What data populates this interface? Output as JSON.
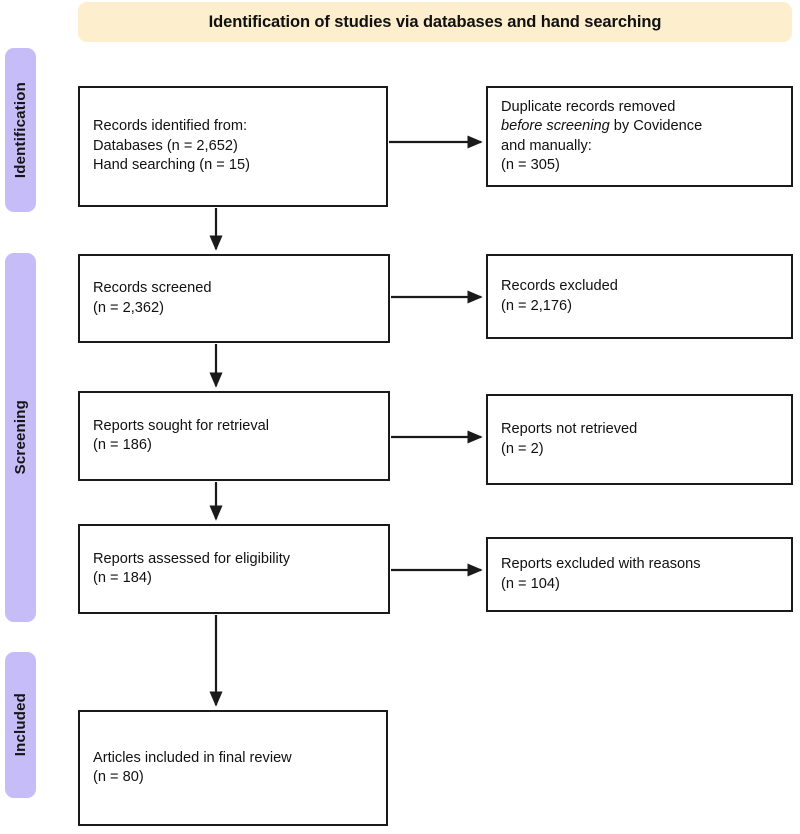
{
  "title": {
    "text": "Identification of studies via databases and hand searching"
  },
  "stages": [
    {
      "id": "identification",
      "label": "Identification"
    },
    {
      "id": "screening",
      "label": "Screening"
    },
    {
      "id": "included",
      "label": "Included"
    }
  ],
  "boxes": {
    "records_identified": {
      "lines": [
        "Records identified from:",
        "Databases (n = 2,652)",
        "Hand searching (n = 15)"
      ]
    },
    "duplicates_removed": {
      "line1": "Duplicate records removed",
      "line2_italic": "before screening",
      "line2_rest": " by Covidence",
      "line3": "and manually:",
      "line4": "(n = 305)"
    },
    "records_screened": {
      "lines": [
        "Records screened",
        "(n = 2,362)"
      ]
    },
    "records_excluded": {
      "lines": [
        "Records excluded",
        "(n = 2,176)"
      ]
    },
    "reports_sought": {
      "lines": [
        "Reports sought for retrieval",
        "(n = 186)"
      ]
    },
    "reports_not_retrieved": {
      "lines": [
        "Reports not retrieved",
        "(n = 2)"
      ]
    },
    "reports_assessed": {
      "lines": [
        "Reports assessed for eligibility",
        "(n = 184)"
      ]
    },
    "reports_excluded_reasons": {
      "lines": [
        "Reports excluded with reasons",
        "(n = 104)"
      ]
    },
    "articles_included": {
      "lines": [
        "Articles included in final review",
        "(n = 80)"
      ]
    }
  },
  "colors": {
    "stage_bar": "#c6bdf8",
    "title_banner": "#fdeecd",
    "box_border": "#1a1a1a",
    "text": "#111111",
    "arrow": "#1a1a1a"
  },
  "chart_data": {
    "type": "flowchart",
    "title": "Identification of studies via databases and hand searching",
    "stages": [
      "Identification",
      "Screening",
      "Included"
    ],
    "nodes": [
      {
        "id": "records_identified",
        "stage": "Identification",
        "label": "Records identified from: Databases / Hand searching",
        "values": {
          "Databases": 2652,
          "Hand searching": 15
        }
      },
      {
        "id": "duplicates_removed",
        "stage": "Identification",
        "label": "Duplicate records removed before screening by Covidence and manually",
        "n": 305
      },
      {
        "id": "records_screened",
        "stage": "Screening",
        "label": "Records screened",
        "n": 2362
      },
      {
        "id": "records_excluded",
        "stage": "Screening",
        "label": "Records excluded",
        "n": 2176
      },
      {
        "id": "reports_sought",
        "stage": "Screening",
        "label": "Reports sought for retrieval",
        "n": 186
      },
      {
        "id": "reports_not_retrieved",
        "stage": "Screening",
        "label": "Reports not retrieved",
        "n": 2
      },
      {
        "id": "reports_assessed",
        "stage": "Screening",
        "label": "Reports assessed for eligibility",
        "n": 184
      },
      {
        "id": "reports_excluded_reasons",
        "stage": "Screening",
        "label": "Reports excluded with reasons",
        "n": 104
      },
      {
        "id": "articles_included",
        "stage": "Included",
        "label": "Articles included in final review",
        "n": 80
      }
    ],
    "edges": [
      {
        "from": "records_identified",
        "to": "duplicates_removed",
        "direction": "right"
      },
      {
        "from": "records_identified",
        "to": "records_screened",
        "direction": "down"
      },
      {
        "from": "records_screened",
        "to": "records_excluded",
        "direction": "right"
      },
      {
        "from": "records_screened",
        "to": "reports_sought",
        "direction": "down"
      },
      {
        "from": "reports_sought",
        "to": "reports_not_retrieved",
        "direction": "right"
      },
      {
        "from": "reports_sought",
        "to": "reports_assessed",
        "direction": "down"
      },
      {
        "from": "reports_assessed",
        "to": "reports_excluded_reasons",
        "direction": "right"
      },
      {
        "from": "reports_assessed",
        "to": "articles_included",
        "direction": "down"
      }
    ]
  }
}
